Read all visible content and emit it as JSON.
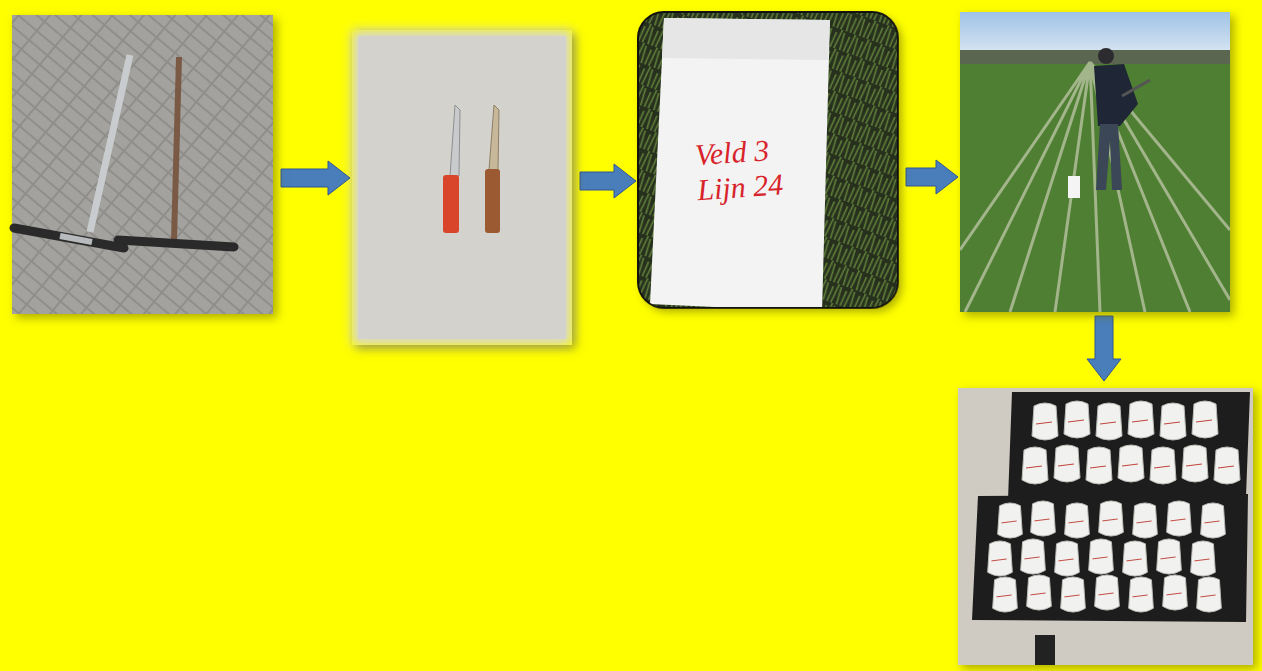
{
  "diagram": {
    "nodes": [
      {
        "text": []
      },
      {
        "text": []
      },
      {
        "text": [
          "Veld 3 Lijn 24"
        ]
      },
      {
        "text": []
      },
      {
        "text": []
      }
    ],
    "edges": [
      {
        "from": 0,
        "to": 1,
        "arrow": "to"
      },
      {
        "from": 1,
        "to": 2,
        "arrow": "to"
      },
      {
        "from": 2,
        "to": 3,
        "arrow": "to"
      },
      {
        "from": 3,
        "to": 4,
        "arrow": "to"
      }
    ]
  }
}
